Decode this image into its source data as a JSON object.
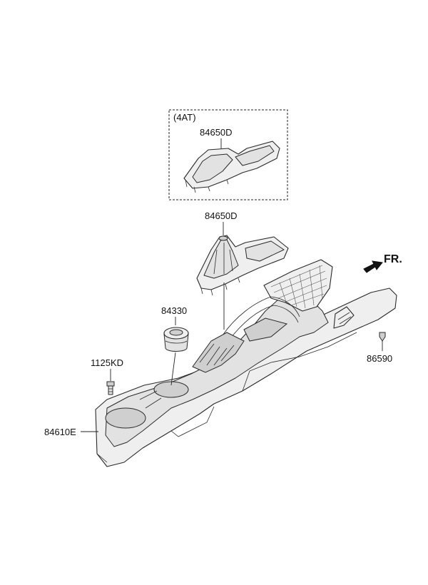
{
  "option_box": {
    "caption": "(4AT)",
    "part_number": "84650D"
  },
  "callouts": {
    "shift_bezel": "84650D",
    "cup_holder_insert": "84330",
    "bolt": "1125KD",
    "console_body": "84610E",
    "clip": "86590"
  },
  "direction": {
    "label": "FR."
  }
}
